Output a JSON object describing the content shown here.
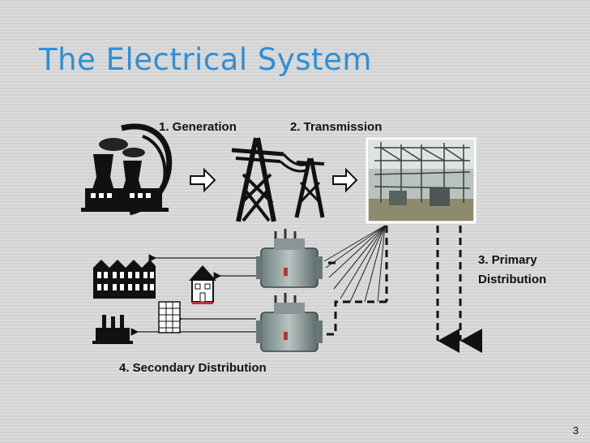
{
  "slide": {
    "title": "The Electrical System",
    "page_number": "3"
  },
  "stages": {
    "generation": "1. Generation",
    "transmission": "2. Transmission",
    "primary_line1": "3. Primary",
    "primary_line2": "Distribution",
    "secondary": "4. Secondary Distribution"
  },
  "colors": {
    "title": "#2e8fd6",
    "background": "#d6d6d6"
  }
}
